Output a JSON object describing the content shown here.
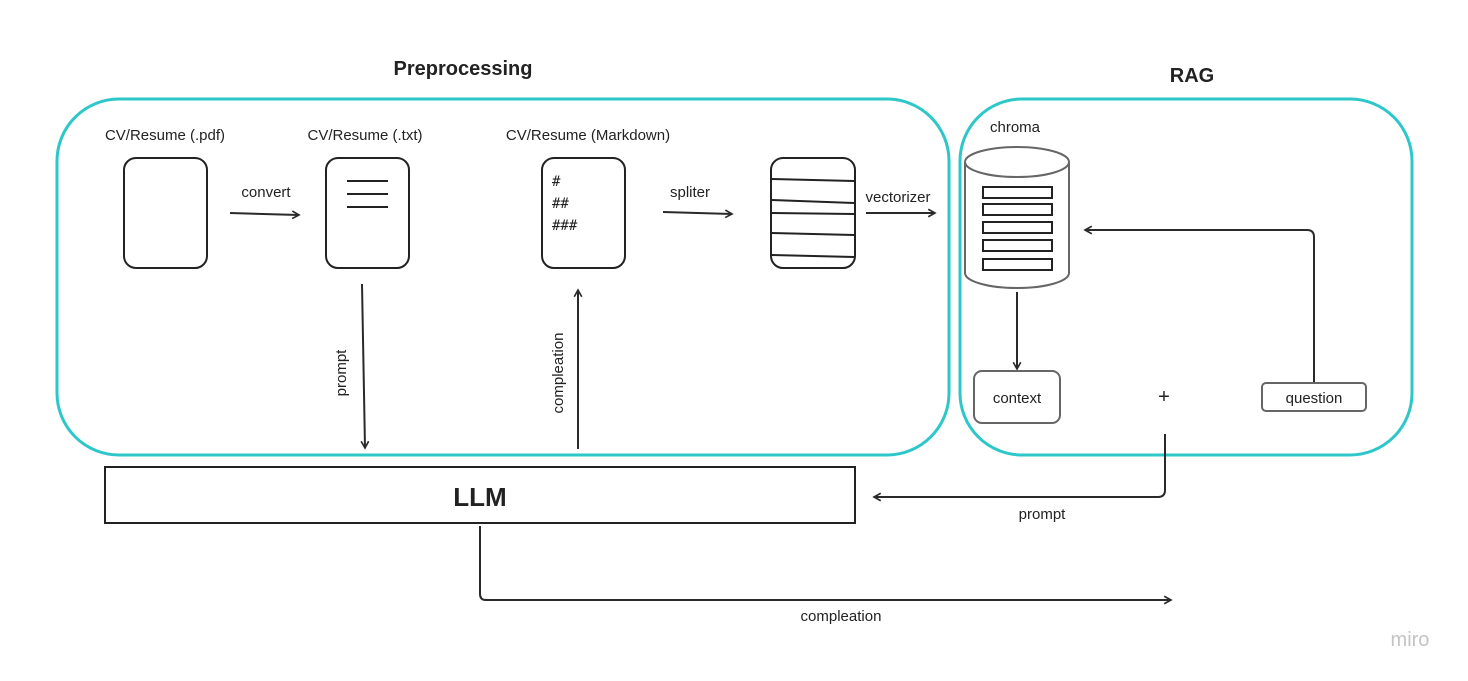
{
  "preprocessing": {
    "title": "Preprocessing",
    "pdf_label": "CV/Resume (.pdf)",
    "txt_label": "CV/Resume (.txt)",
    "md_label": "CV/Resume (Markdown)",
    "md_lines": [
      "#",
      "##",
      "###"
    ],
    "convert_label": "convert",
    "spliter_label": "spliter",
    "vectorizer_label": "vectorizer",
    "prompt_label": "prompt",
    "compleation_label": "compleation"
  },
  "rag": {
    "title": "RAG",
    "db_label": "chroma",
    "context_label": "context",
    "plus_label": "+",
    "question_label": "question"
  },
  "llm": {
    "label": "LLM",
    "prompt_label": "prompt",
    "compleation_label": "compleation"
  },
  "brand": "miro",
  "colors": {
    "frame": "#2ec7c9",
    "stroke": "#222222"
  }
}
